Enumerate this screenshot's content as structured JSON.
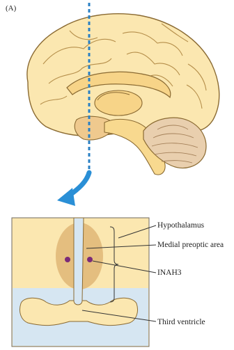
{
  "figure": {
    "panel_label": "(A)",
    "labels": {
      "hypothalamus": "Hypothalamus",
      "medial_preoptic_area": "Medial preoptic area",
      "inah3": "INAH3",
      "third_ventricle": "Third ventricle"
    }
  }
}
